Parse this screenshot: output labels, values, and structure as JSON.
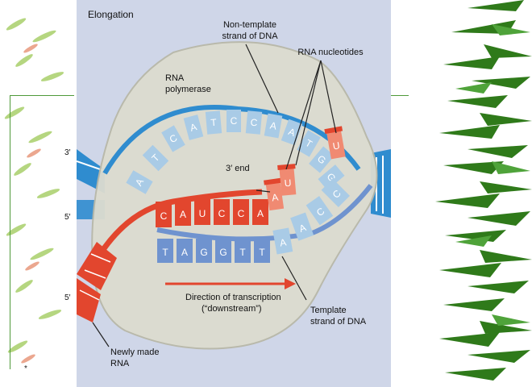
{
  "title": "Elongation",
  "labels": {
    "non_template": [
      "Non-template",
      "strand of DNA"
    ],
    "rna_nucleotides": "RNA nucleotides",
    "rna_polymerase": [
      "RNA",
      "polymerase"
    ],
    "three_prime_end": "3′ end",
    "direction": [
      "Direction of transcription",
      "(“downstream”)"
    ],
    "template": [
      "Template",
      "strand of DNA"
    ],
    "newly_made": [
      "Newly made",
      "RNA"
    ],
    "prime_3": "3′",
    "prime_5a": "5′",
    "prime_5b": "5′"
  },
  "sequences": {
    "non_template_top": [
      "A",
      "T",
      "C",
      "A",
      "T",
      "C",
      "C",
      "A",
      "A",
      "T",
      "G",
      "G"
    ],
    "rna": [
      "C",
      "A",
      "U",
      "C",
      "C",
      "A"
    ],
    "incoming_nucleotides": [
      "A",
      "U",
      "U"
    ],
    "template_bottom": [
      "T",
      "A",
      "G",
      "G",
      "T",
      "T",
      "A",
      "A",
      "C",
      "C"
    ]
  },
  "footnote": "*",
  "colors": {
    "dna_dark": "#2f8ccf",
    "dna_light": "#a9cbe6",
    "template_blue": "#6f93cf",
    "rna_red": "#e2462e",
    "rna_light": "#f08a72",
    "bubble": "#dcdccf",
    "figure_bg": "#cfd6e8",
    "bamboo_green": "#2f7a1a"
  }
}
